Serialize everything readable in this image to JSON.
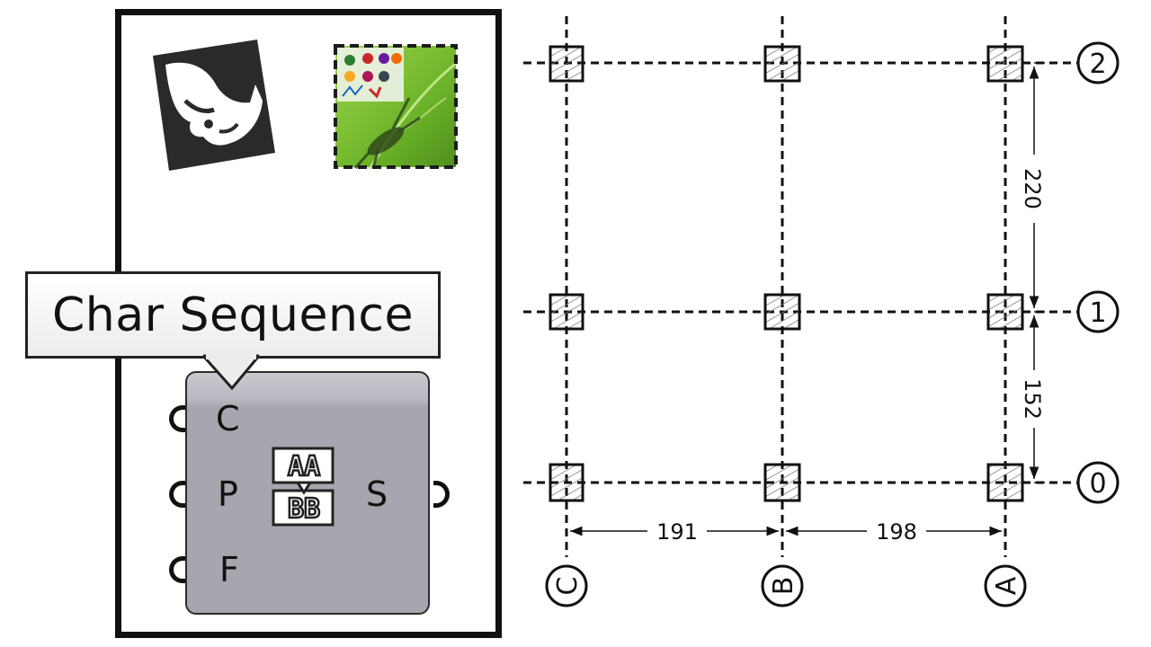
{
  "tooltip": {
    "title": "Char Sequence"
  },
  "component": {
    "inputs": [
      "C",
      "P",
      "F"
    ],
    "output": "S",
    "icon_top": "AA",
    "icon_bottom": "BB"
  },
  "logos": {
    "left": "rhino-logo",
    "right": "grasshopper-logo"
  },
  "grid": {
    "columns": [
      "C",
      "B",
      "A"
    ],
    "rows": [
      "2",
      "1",
      "0"
    ],
    "spacings_x": [
      "191",
      "198"
    ],
    "spacings_y": [
      "220",
      "152"
    ]
  }
}
